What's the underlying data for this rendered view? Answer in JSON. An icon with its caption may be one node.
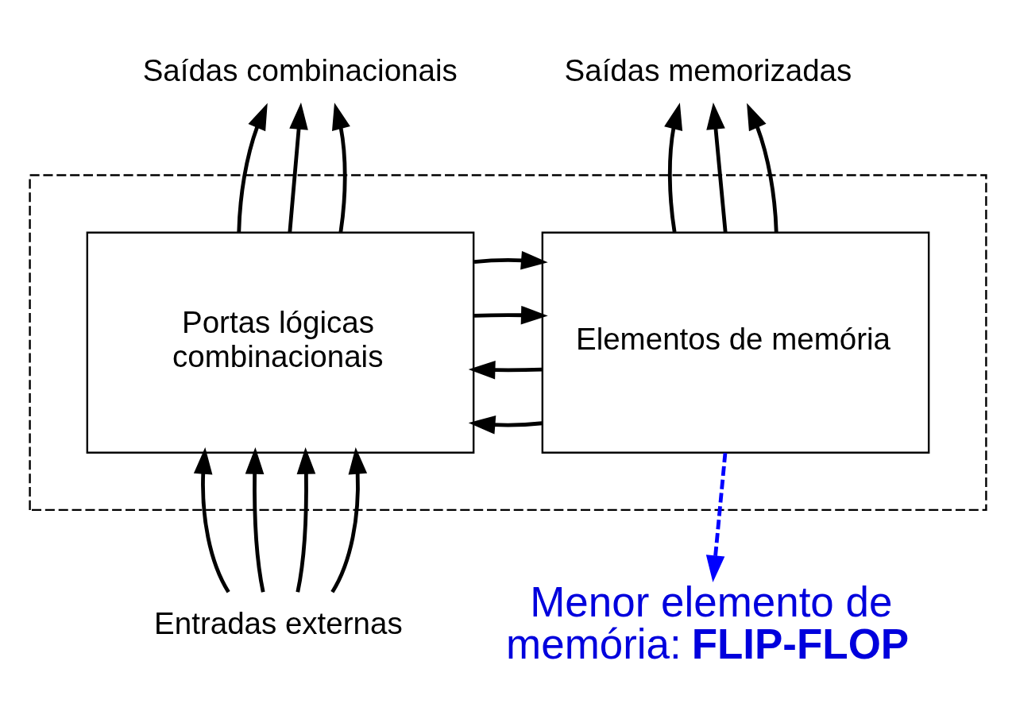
{
  "diagram": {
    "nodes": [
      {
        "text": [
          "Saídas combinacionais"
        ]
      },
      {
        "text": [
          "Saídas memorizadas"
        ]
      },
      {
        "text": [],
        "shape": "box"
      },
      {
        "text": [
          "Portas lógicas combinacionais"
        ],
        "in": 2
      },
      {
        "text": [
          "Elementos de memória"
        ],
        "in": 2
      },
      {
        "text": [
          "Entradas externas"
        ]
      },
      {
        "text": [
          "Menor elemento de memória: **FLIP-FLOP**"
        ]
      }
    ],
    "edges": [
      {
        "from": 3,
        "to": 0,
        "arrow": "to"
      },
      {
        "from": 3,
        "to": 0,
        "arrow": "to"
      },
      {
        "from": 3,
        "to": 0,
        "arrow": "to"
      },
      {
        "from": 4,
        "to": 1,
        "arrow": "to"
      },
      {
        "from": 4,
        "to": 1,
        "arrow": "to"
      },
      {
        "from": 4,
        "to": 1,
        "arrow": "to"
      },
      {
        "from": 3,
        "to": 4,
        "arrow": "to"
      },
      {
        "from": 3,
        "to": 4,
        "arrow": "to"
      },
      {
        "from": 4,
        "to": 3,
        "arrow": "to"
      },
      {
        "from": 4,
        "to": 3,
        "arrow": "to"
      },
      {
        "from": 5,
        "to": 3,
        "arrow": "to"
      },
      {
        "from": 5,
        "to": 3,
        "arrow": "to"
      },
      {
        "from": 5,
        "to": 3,
        "arrow": "to"
      },
      {
        "from": 5,
        "to": 3,
        "arrow": "to"
      },
      {
        "from": 4,
        "to": 6,
        "arrow": "to",
        "style": "dashed",
        "color": "#0000ff"
      }
    ]
  }
}
